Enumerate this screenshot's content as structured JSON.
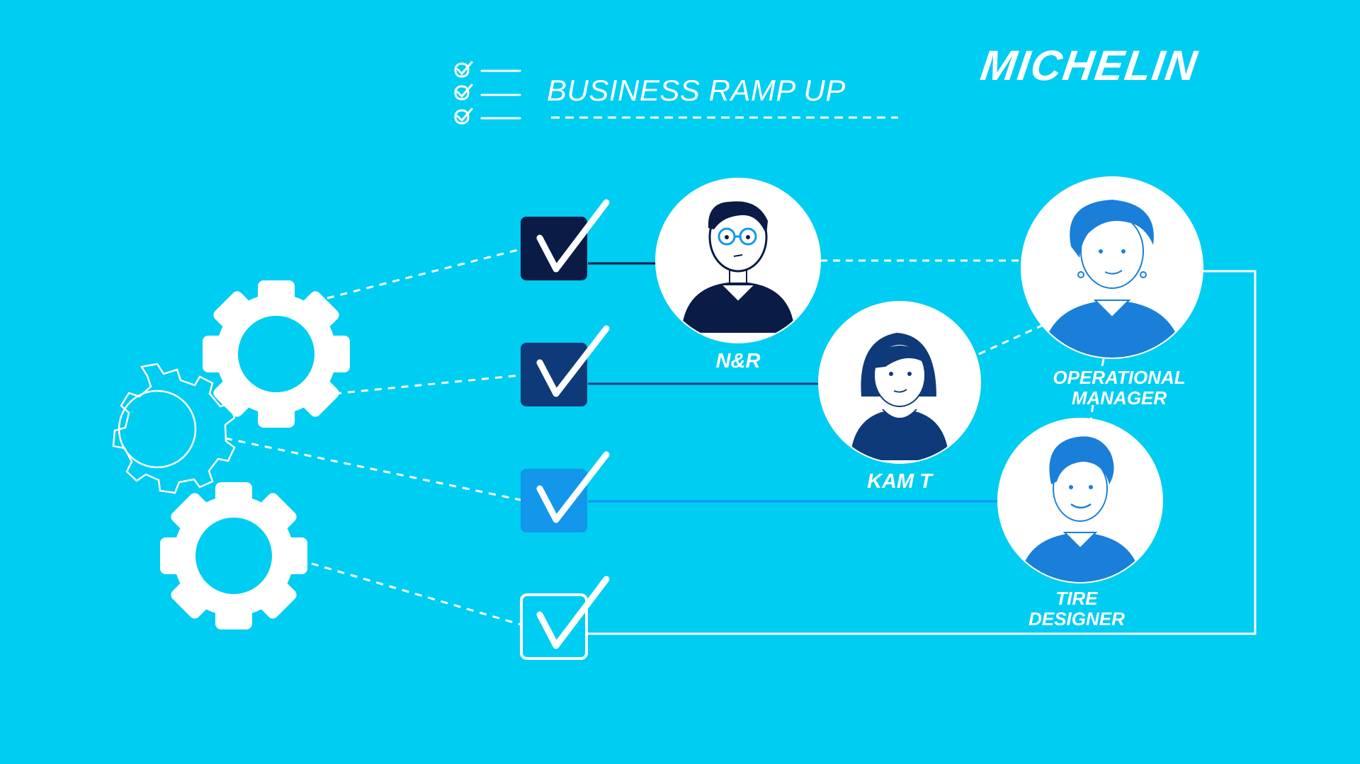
{
  "header": {
    "title": "BUSINESS RAMP UP",
    "brand": "MICHELIN"
  },
  "people": [
    {
      "id": "nr",
      "label": "N&R"
    },
    {
      "id": "kam",
      "label": "KAM T"
    },
    {
      "id": "opm",
      "label_line1": "OPERATIONAL",
      "label_line2": "MANAGER"
    },
    {
      "id": "tire",
      "label_line1": "TIRE",
      "label_line2": "DESIGNER"
    }
  ],
  "colors": {
    "background": "#00cdf2",
    "check_1": "#0a1b45",
    "check_2": "#0f3a7a",
    "check_3": "#1297ea",
    "white": "#ffffff",
    "line_4": "#ffffff"
  },
  "icons": [
    "checklist-icon",
    "gear-icon",
    "checkbox-icon",
    "avatar"
  ]
}
